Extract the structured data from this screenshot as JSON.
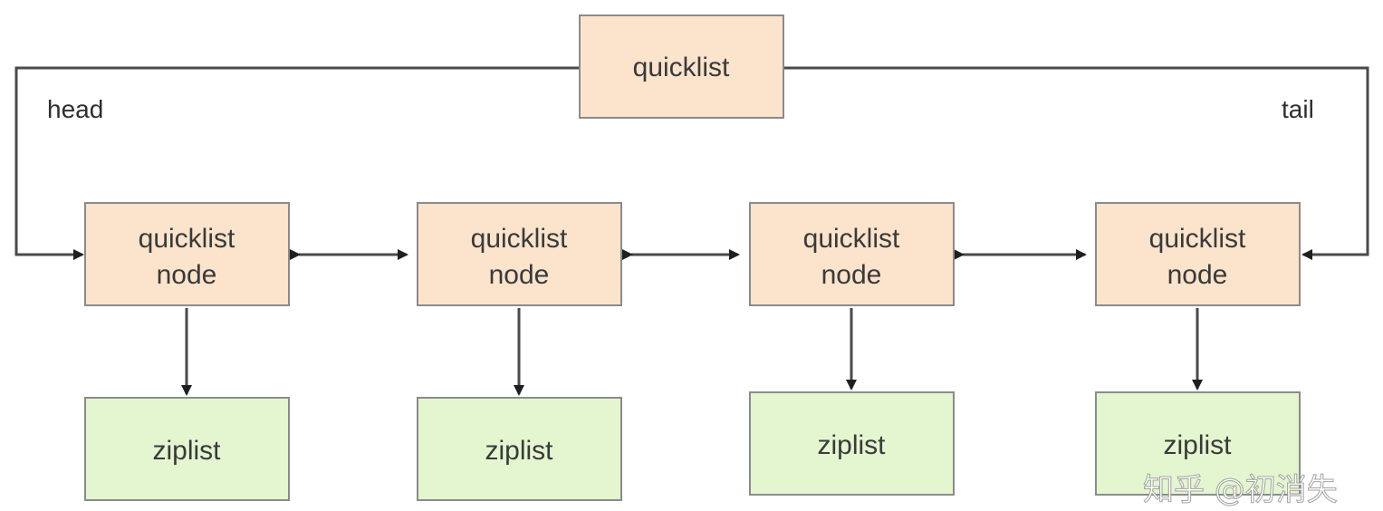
{
  "diagram": {
    "root": {
      "label": "quicklist"
    },
    "head_label": "head",
    "tail_label": "tail",
    "nodes": [
      {
        "line1": "quicklist",
        "line2": "node",
        "child": "ziplist"
      },
      {
        "line1": "quicklist",
        "line2": "node",
        "child": "ziplist"
      },
      {
        "line1": "quicklist",
        "line2": "node",
        "child": "ziplist"
      },
      {
        "line1": "quicklist",
        "line2": "node",
        "child": "ziplist"
      }
    ],
    "watermark": "知乎 @初消失",
    "colors": {
      "node_fill": "#fbe3cc",
      "ziplist_fill": "#e3f6d0",
      "border": "#8b8b8b",
      "line": "#4a4a4a",
      "arrow": "#1f1f1f"
    }
  }
}
